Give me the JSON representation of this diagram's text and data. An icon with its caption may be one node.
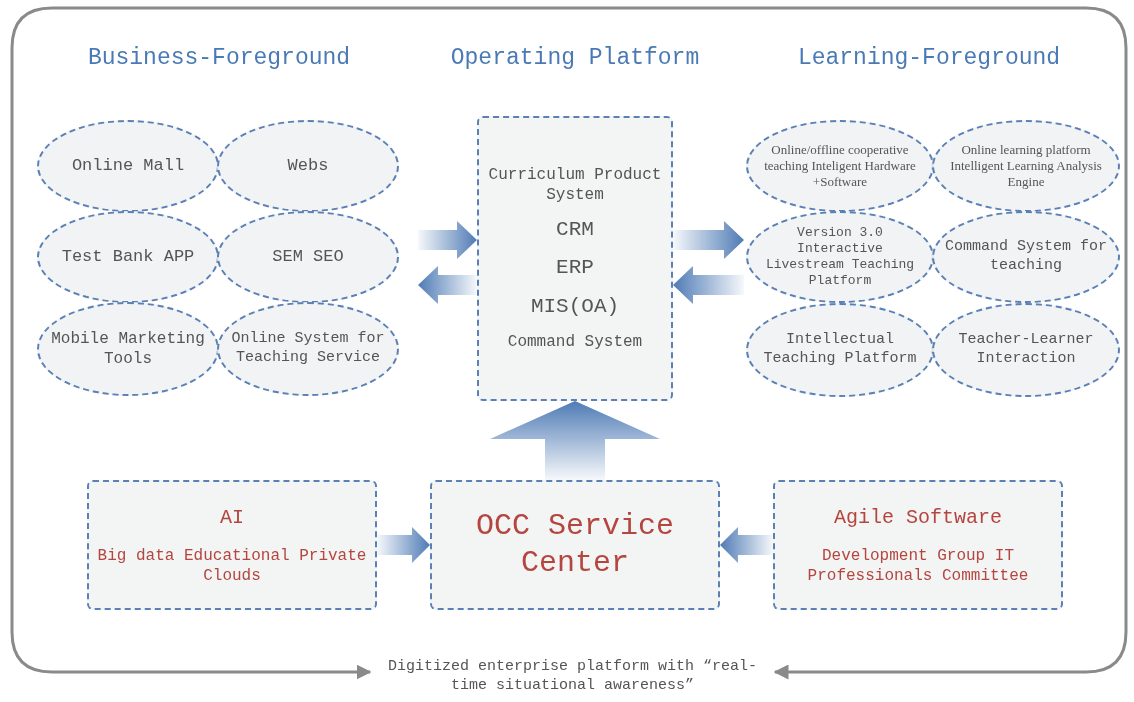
{
  "diagram": {
    "nodes": [
      {
        "text": [
          "Online Mall"
        ]
      },
      {
        "text": [
          "Webs"
        ]
      },
      {
        "text": [
          "Test Bank APP"
        ]
      },
      {
        "text": [
          "SEM SEO"
        ]
      },
      {
        "text": [
          "Mobile Marketing Tools"
        ]
      },
      {
        "text": [
          "Online System for Teaching Service"
        ]
      },
      {
        "text": [
          "Curriculum Product System",
          "CRM",
          "ERP",
          "MIS(OA)",
          "Command System"
        ]
      },
      {
        "text": [
          "Online/offline cooperative teaching Inteligent Hardware +Software"
        ]
      },
      {
        "text": [
          "Online learning platform Intelligent Learning Analysis Engine"
        ]
      },
      {
        "text": [
          "Version 3.0 Interactive Livestream Teaching Platform"
        ]
      },
      {
        "text": [
          "Command System for teaching"
        ]
      },
      {
        "text": [
          "Intellectual Teaching Platform"
        ]
      },
      {
        "text": [
          "Teacher-Learner Interaction"
        ]
      },
      {
        "text": [
          "AI",
          "Big data Educational Private Clouds"
        ]
      },
      {
        "text": [
          "OCC Service Center"
        ]
      },
      {
        "text": [
          "Agile Software",
          "Development Group IT Professionals Committee"
        ]
      },
      {
        "text": [
          "Digitized enterprise platform with “real-time situational awareness”"
        ]
      }
    ],
    "edges": [
      {
        "from": null,
        "to": 6,
        "arrow": "to",
        "style": "thick"
      },
      {
        "from": 6,
        "to": null,
        "arrow": "to",
        "style": "thick"
      },
      {
        "from": 6,
        "to": null,
        "arrow": "to",
        "style": "thick"
      },
      {
        "from": null,
        "to": 6,
        "arrow": "to",
        "style": "thick"
      },
      {
        "from": 14,
        "to": 6,
        "arrow": "to",
        "style": "thick"
      },
      {
        "from": 13,
        "to": 14,
        "arrow": "to",
        "style": "thick"
      },
      {
        "from": 15,
        "to": 14,
        "arrow": "to",
        "style": "thick"
      },
      {
        "from": null,
        "to": 16,
        "arrow": "to",
        "color": "#8a8a8a"
      },
      {
        "from": null,
        "to": 16,
        "arrow": "to",
        "color": "#8a8a8a"
      }
    ],
    "labels": [
      "Business-Foreground",
      "Operating Platform",
      "Learning-Foreground"
    ]
  }
}
